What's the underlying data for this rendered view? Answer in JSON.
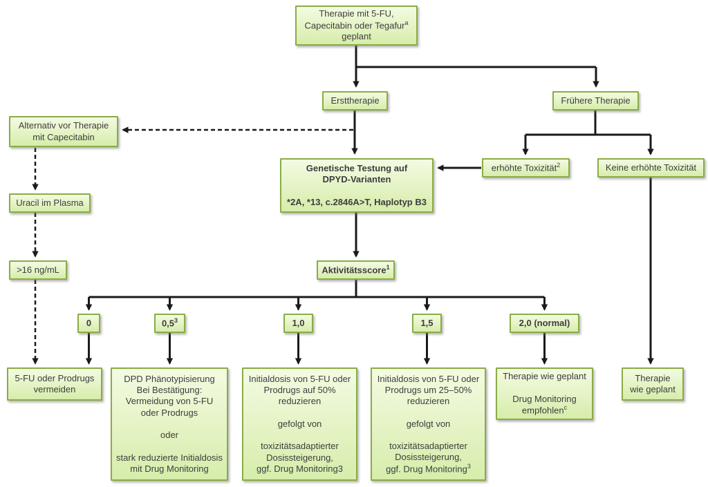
{
  "colors": {
    "box_fill_top": "#f3fbe2",
    "box_fill_bottom": "#d6edaa",
    "box_border": "#8aac45",
    "text": "#3d3d3d",
    "arrow": "#1a1a1a"
  },
  "nodes": {
    "start": {
      "l1": "Therapie mit 5-FU,",
      "l2": "Capecitabin oder Tegafur",
      "l2sup": "a",
      "l3": "geplant"
    },
    "ersttherapie": {
      "label": "Ersttherapie"
    },
    "fruehere": {
      "label": "Frühere Therapie"
    },
    "alternativ": {
      "l1": "Alternativ vor Therapie",
      "l2": "mit Capecitabin"
    },
    "genetik": {
      "l1": "Genetische Testung auf",
      "l2": "DPYD-Varianten",
      "l3": "",
      "l4": "*2A, *13, c.2846A>T, Haplotyp B3"
    },
    "erhoehte": {
      "label": "erhöhte Toxizität",
      "sup": "2"
    },
    "keine": {
      "label": "Keine erhöhte Toxizität"
    },
    "uracil": {
      "label": "Uracil im Plasma"
    },
    "cutoff": {
      "label": ">16 ng/mL"
    },
    "score": {
      "label": "Aktivitätsscore",
      "sup": "1"
    },
    "score0": {
      "label": "0"
    },
    "score05": {
      "label": "0,5",
      "sup": "3"
    },
    "score10": {
      "label": "1,0"
    },
    "score15": {
      "label": "1,5"
    },
    "score20": {
      "label": "2,0 (normal)"
    },
    "result0": {
      "l1": "5-FU oder Prodrugs",
      "l2": "vermeiden"
    },
    "result05": {
      "l1": "DPD Phänotypisierung",
      "l2": "Bei Bestätigung:",
      "l3": "Vermeidung von 5-FU",
      "l4": "oder Prodrugs",
      "l5": "",
      "l6": "oder",
      "l7": "",
      "l8": "stark reduzierte Initialdosis",
      "l9": "mit Drug Monitoring"
    },
    "result10": {
      "l1": "Initialdosis von 5-FU oder",
      "l2": "Prodrugs auf 50%",
      "l3": "reduzieren",
      "l4": "",
      "l5": "gefolgt von",
      "l6": "",
      "l7": "toxizitätsadaptierter",
      "l8": "Dosissteigerung,",
      "l9": "ggf. Drug Monitoring3"
    },
    "result15": {
      "l1": "Initialdosis von 5-FU oder",
      "l2": "Prodrugs um 25–50%",
      "l3": "reduzieren",
      "l4": "",
      "l5": "gefolgt von",
      "l6": "",
      "l7": "toxizitätsadaptierter",
      "l8": "Dosissteigerung,",
      "l9": "ggf. Drug Monitoring",
      "l9sup": "3"
    },
    "result20": {
      "l1": "Therapie wie geplant",
      "l2": "",
      "l3": "Drug Monitoring",
      "l4": "empfohlen",
      "l4sup": "c"
    },
    "resultKeine": {
      "l1": "Therapie",
      "l2": "wie geplant"
    }
  }
}
